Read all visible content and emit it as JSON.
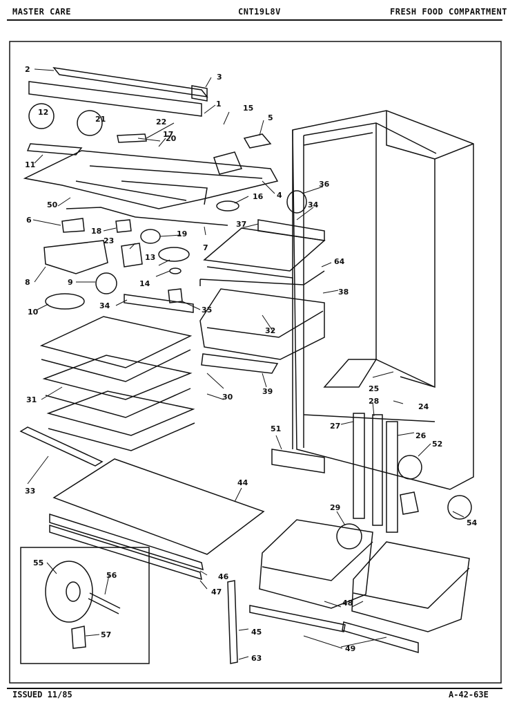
{
  "header": {
    "left": "MASTER CARE",
    "center": "CNT19L8V",
    "right": "FRESH FOOD COMPARTMENT"
  },
  "footer": {
    "left": "ISSUED 11/85",
    "right": "A-42-63E"
  },
  "callouts": {
    "p1": "1",
    "p2": "2",
    "p3": "3",
    "p4": "4",
    "p5": "5",
    "p6": "6",
    "p7": "7",
    "p8": "8",
    "p9": "9",
    "p10": "10",
    "p11": "11",
    "p12": "12",
    "p13": "13",
    "p14": "14",
    "p15": "15",
    "p16": "16",
    "p17": "17",
    "p18": "18",
    "p19": "19",
    "p20": "20",
    "p21": "21",
    "p22": "22",
    "p23": "23",
    "p24": "24",
    "p25": "25",
    "p26": "26",
    "p27": "27",
    "p28": "28",
    "p29": "29",
    "p30": "30",
    "p31": "31",
    "p32": "32",
    "p33": "33",
    "p34a": "34",
    "p34b": "34",
    "p35": "35",
    "p36": "36",
    "p37": "37",
    "p38": "38",
    "p39": "39",
    "p44": "44",
    "p45": "45",
    "p46": "46",
    "p47": "47",
    "p48": "48",
    "p49": "49",
    "p50": "50",
    "p51": "51",
    "p52": "52",
    "p54": "54",
    "p55": "55",
    "p56": "56",
    "p57": "57",
    "p63": "63",
    "p64": "64"
  }
}
